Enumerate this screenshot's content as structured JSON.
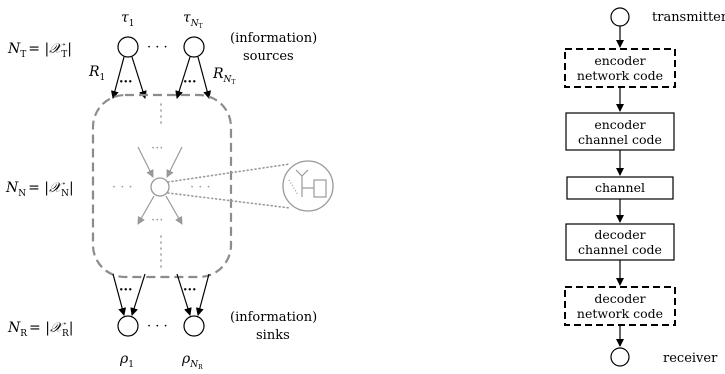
{
  "left": {
    "source_taus": {
      "first": "τ",
      "first_sub": "1",
      "last": "τ",
      "last_sub": "N",
      "last_subsub": "T"
    },
    "rates": {
      "first": "R",
      "first_sub": "1",
      "last": "R",
      "last_sub": "N",
      "last_subsub": "T"
    },
    "sinks_rhos": {
      "first": "ρ",
      "first_sub": "1",
      "last": "ρ",
      "last_sub": "N",
      "last_subsub": "R"
    },
    "row_top": {
      "N": "N",
      "sub": "T",
      "eq": "= |",
      "X": "𝒳",
      "Xsub": "T",
      "close": "|"
    },
    "row_mid": {
      "N": "N",
      "sub": "N",
      "eq": "= |",
      "X": "𝒳",
      "Xsub": "N",
      "close": "|"
    },
    "row_bot": {
      "N": "N",
      "sub": "R",
      "eq": "= |",
      "X": "𝒳",
      "Xsub": "R",
      "close": "|"
    },
    "sources_label": [
      "(information)",
      "sources"
    ],
    "sinks_label": [
      "(information)",
      "sinks"
    ],
    "ellipsis_h": "· · ·",
    "ellipsis_small": "···"
  },
  "right": {
    "transmitter": "transmitter",
    "receiver": "receiver",
    "boxes": [
      {
        "lines": [
          "encoder",
          "network code"
        ],
        "dashed": true
      },
      {
        "lines": [
          "encoder",
          "channel code"
        ],
        "dashed": false
      },
      {
        "lines": [
          "channel"
        ],
        "dashed": false
      },
      {
        "lines": [
          "decoder",
          "channel code"
        ],
        "dashed": false
      },
      {
        "lines": [
          "decoder",
          "network code"
        ],
        "dashed": true
      }
    ]
  },
  "colors": {
    "ink": "#000000",
    "gray": "#8c8c8c",
    "light_gray": "#a6a6a6"
  }
}
